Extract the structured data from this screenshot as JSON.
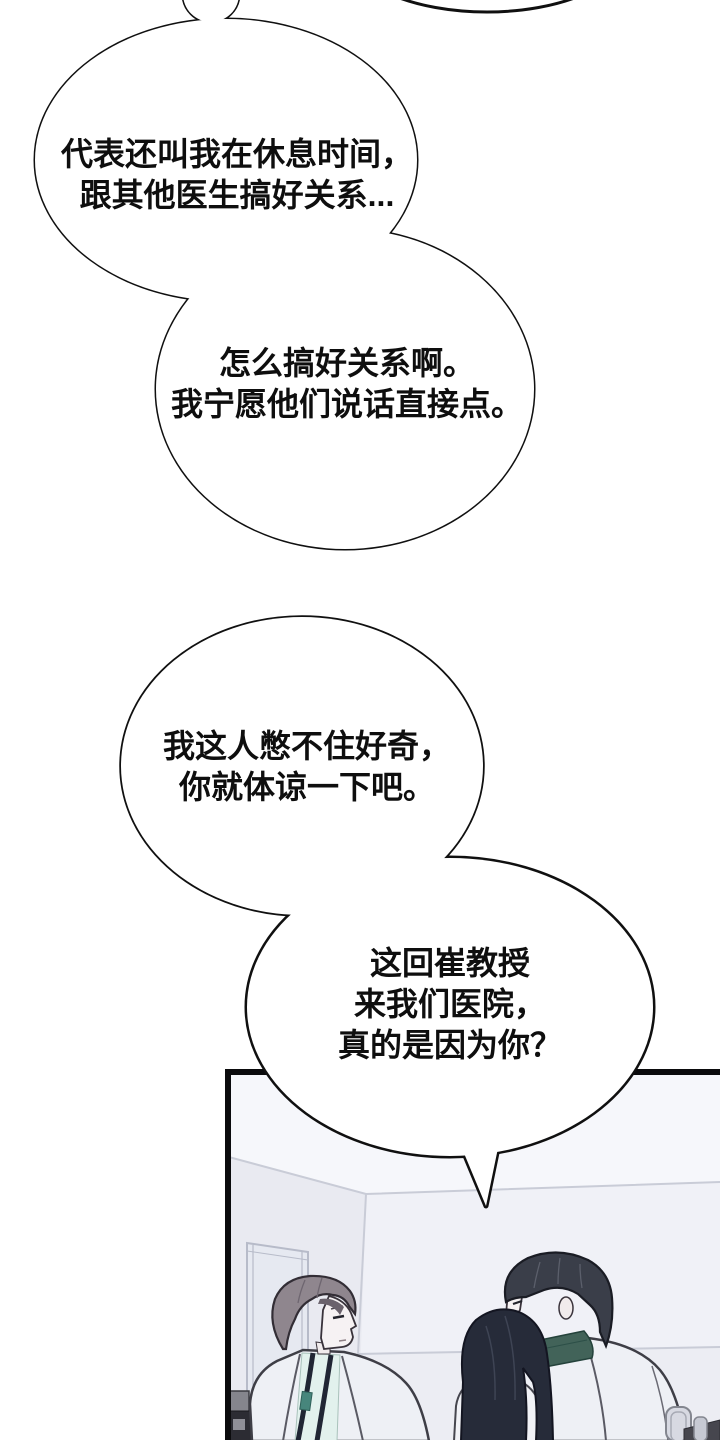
{
  "bubbles": {
    "b1": {
      "lines": [
        "代表还叫我在休息时间，",
        "跟其他医生搞好关系..."
      ]
    },
    "b2": {
      "lines": [
        "怎么搞好关系啊。",
        "我宁愿他们说话直接点。"
      ]
    },
    "b3": {
      "lines": [
        "我这人憋不住好奇，",
        "你就体谅一下吧。"
      ]
    },
    "b4": {
      "lines": [
        "这回崔教授",
        "来我们医院，",
        "真的是因为你？"
      ]
    }
  },
  "colors": {
    "page_bg": "#ffffff",
    "ink": "#0e0e0e",
    "bubble_fill": "#ffffff",
    "bubble_stroke": "#101010",
    "panel_border": "#0b0b0d",
    "ceiling": "#f6f7fb",
    "wall_back": "#f0f1f7",
    "wall_back_lower": "#ecedf3",
    "wall_left": "#e9eaf1",
    "wall_line": "#c9ccd7",
    "door": "#e6e9f1",
    "door_frame": "#b7bbc9",
    "coat": "#eef0f5",
    "coat_line": "#3e3e46",
    "skin": "#f6f2f3",
    "hair_left": "#8f868e",
    "hair_right": "#3a3e49",
    "hair_woman": "#262b39",
    "shirt_mint": "#e2f1ed",
    "lanyard": "#202634",
    "collar_green": "#426359",
    "machine_dark": "#2c2c33",
    "machine_gray": "#85858d",
    "chair_gray": "#d7d9e2",
    "chair_dark": "#46464e"
  }
}
